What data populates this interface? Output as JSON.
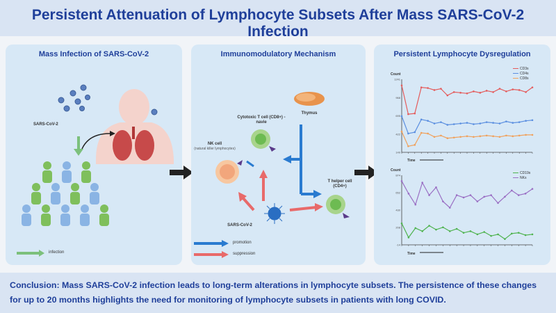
{
  "title": "Persistent Attenuation of Lymphocyte Subsets After Mass SARS-CoV-2 Infection",
  "panels": {
    "left": {
      "title": "Mass Infection of SARS-CoV-2",
      "virus_label": "SARS-CoV-2",
      "legend_label": "infection"
    },
    "middle": {
      "title": "Immunomodulatory Mechanism",
      "thymus_label": "Thymus",
      "cytotoxic_label": "Cytotoxic T cell (CD8+) - navie",
      "nk_label": "NK cell",
      "nk_sub": "(natural killer lymphocytes)",
      "helper_label": "T helper cell (CD4+)",
      "virus_label": "SARS-CoV-2",
      "legend_promotion": "promotion",
      "legend_suppression": "suppression"
    },
    "right": {
      "title": "Persistent Lymphocyte Dysregulation"
    }
  },
  "chart_data": [
    {
      "type": "line",
      "ylabel": "Count",
      "xlabel": "Time",
      "series": [
        {
          "name": "CD3s",
          "color": "#e45b5b",
          "values": [
            1150,
            720,
            730,
            1120,
            1110,
            1080,
            1100,
            1000,
            1050,
            1040,
            1030,
            1060,
            1040,
            1070,
            1050,
            1100,
            1060,
            1090,
            1080,
            1050,
            1120
          ]
        },
        {
          "name": "CD4s",
          "color": "#5b8fe0",
          "values": [
            690,
            430,
            450,
            640,
            620,
            580,
            600,
            560,
            570,
            580,
            590,
            570,
            580,
            600,
            590,
            580,
            610,
            590,
            600,
            620,
            630
          ]
        },
        {
          "name": "CD8s",
          "color": "#f0a15c",
          "values": [
            460,
            240,
            260,
            440,
            430,
            380,
            400,
            360,
            370,
            380,
            390,
            380,
            390,
            400,
            390,
            380,
            400,
            390,
            400,
            410,
            410
          ]
        }
      ]
    },
    {
      "type": "line",
      "ylabel": "Count",
      "xlabel": "Time",
      "series": [
        {
          "name": "CD19s",
          "color": "#4fb34f",
          "values": [
            260,
            80,
            200,
            160,
            230,
            180,
            210,
            160,
            190,
            140,
            160,
            120,
            150,
            100,
            120,
            60,
            130,
            140,
            110,
            120
          ]
        },
        {
          "name": "NKs",
          "color": "#9a6fc4",
          "values": [
            800,
            640,
            500,
            780,
            620,
            720,
            540,
            460,
            620,
            590,
            620,
            540,
            600,
            620,
            520,
            600,
            680,
            620,
            640,
            700
          ]
        }
      ]
    }
  ],
  "conclusion": "Conclusion: Mass SARS-CoV-2 infection leads to long-term alterations in lymphocyte subsets. The persistence of these changes for up to 20 months highlights the need for monitoring of lymphocyte subsets in patients with long COVID."
}
